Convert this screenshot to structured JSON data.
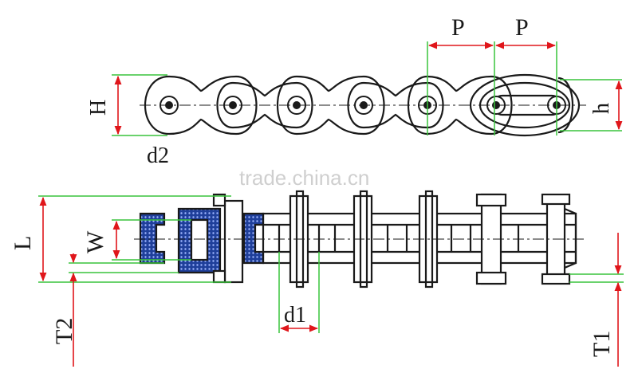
{
  "labels": {
    "pitch_left": "P",
    "pitch_right": "P",
    "plate_height": "H",
    "inner_plate_height": "h",
    "pin_diameter": "d2",
    "overall_length": "L",
    "inner_width": "W",
    "roller_diameter": "d1",
    "outer_plate_thickness": "T2",
    "inner_plate_thickness": "T1"
  },
  "watermark": "trade.china.cn",
  "colors": {
    "outline": "#1a1a1a",
    "extension_line": "#39c43b",
    "dimension_arrow": "#e0161b",
    "highlight_fill": "#1f3f9a",
    "highlight_dots": "#9fb6ff"
  }
}
